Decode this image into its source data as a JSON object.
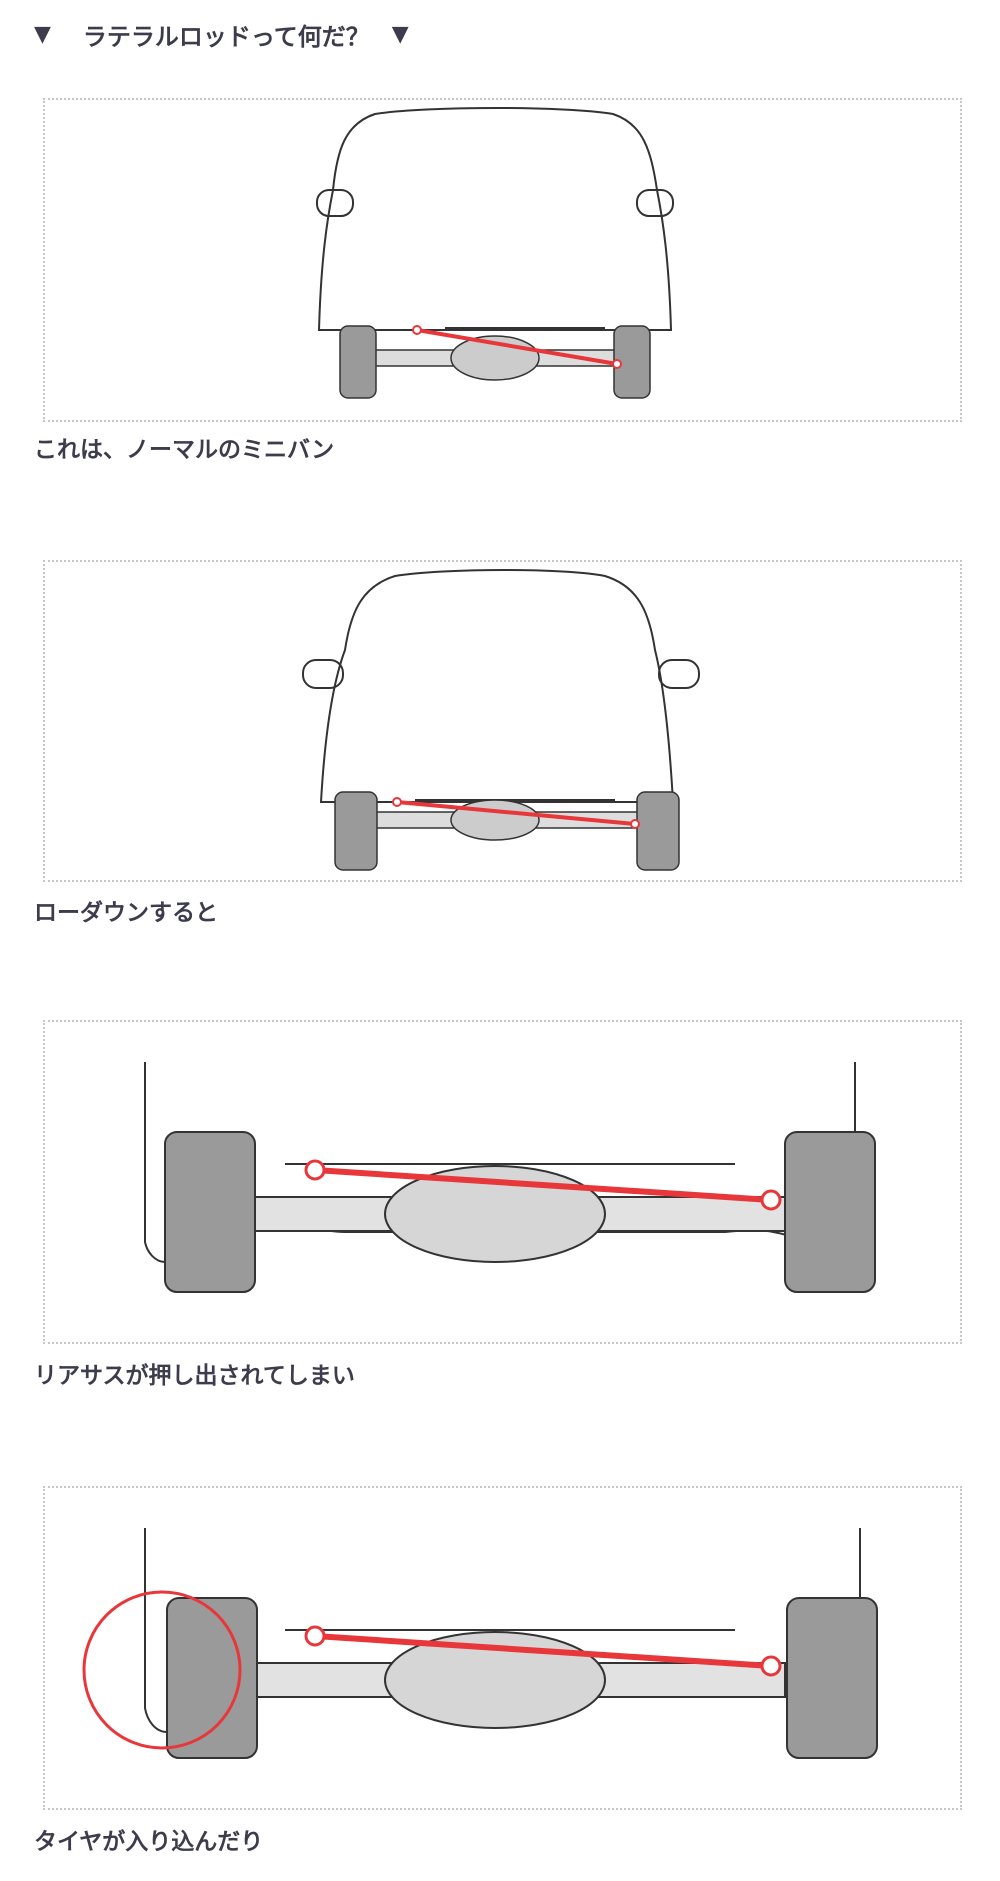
{
  "header": {
    "title": "ラテラルロッドって何だ？",
    "left_marker_icon": "triangle-down-icon",
    "right_marker_icon": "triangle-down-icon"
  },
  "illustrations": [
    {
      "caption": "これは、ノーマルのミニバン",
      "view": "full-car-normal"
    },
    {
      "caption": "ローダウンすると",
      "view": "full-car-lowered"
    },
    {
      "caption": "リアサスが押し出されてしまい",
      "view": "axle-closeup"
    },
    {
      "caption": "タイヤが入り込んだり",
      "view": "axle-closeup-highlight"
    }
  ],
  "colors": {
    "rod": "#e8373a",
    "tire": "#9a9a9a",
    "outline": "#333333",
    "highlight_circle": "#e8373a",
    "frame_border": "#c8c8c8"
  }
}
